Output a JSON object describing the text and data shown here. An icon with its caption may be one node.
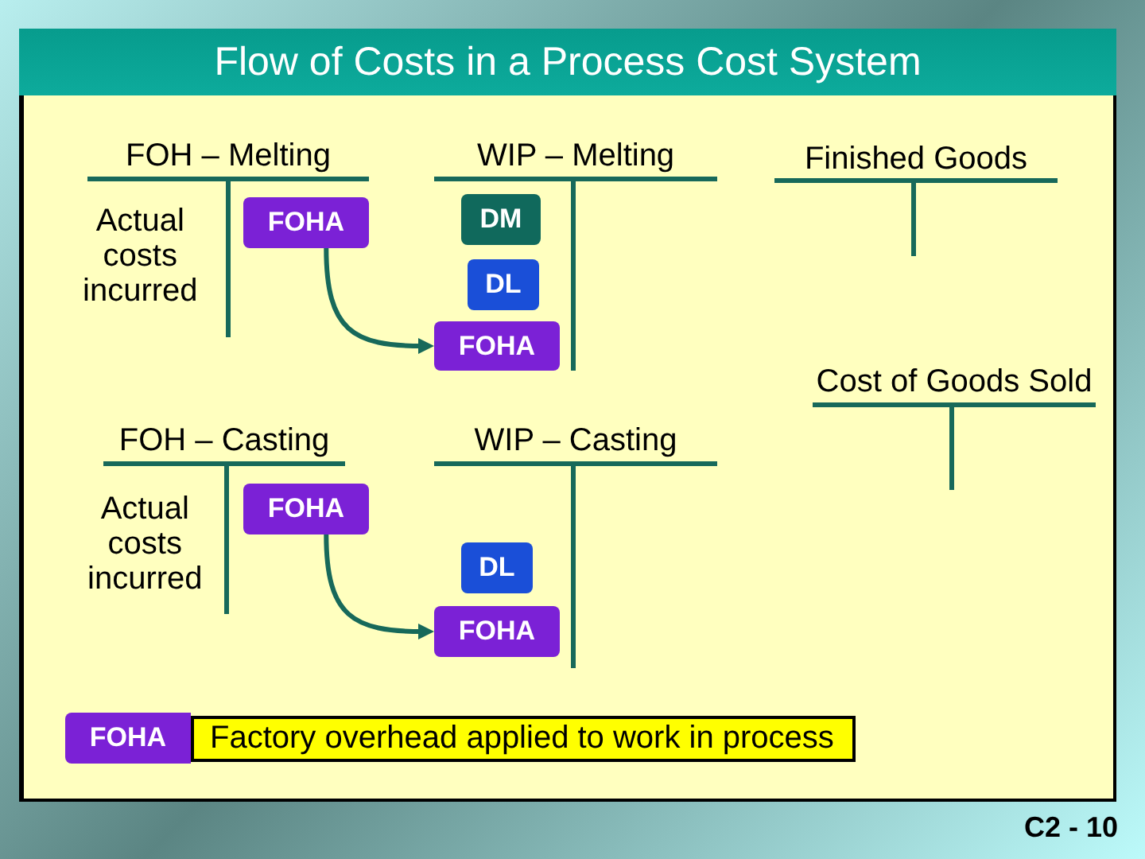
{
  "diagram": {
    "title": "Flow of Costs in a Process Cost System",
    "nodes": [
      {
        "text": [
          "FOH – Melting",
          "Actual costs incurred"
        ]
      },
      {
        "text": [
          "FOHA"
        ],
        "in": 0
      },
      {
        "text": [
          "WIP – Melting"
        ]
      },
      {
        "text": [
          "DM"
        ],
        "in": 2
      },
      {
        "text": [
          "DL"
        ],
        "in": 2
      },
      {
        "text": [
          "FOHA"
        ],
        "in": 2
      },
      {
        "text": [
          "Finished Goods"
        ]
      },
      {
        "text": [
          "Cost of Goods Sold"
        ]
      },
      {
        "text": [
          "FOH – Casting",
          "Actual costs incurred"
        ]
      },
      {
        "text": [
          "FOHA"
        ],
        "in": 8
      },
      {
        "text": [
          "WIP – Casting"
        ]
      },
      {
        "text": [
          "DL"
        ],
        "in": 10
      },
      {
        "text": [
          "FOHA"
        ],
        "in": 10
      },
      {
        "text": [
          "FOHA"
        ]
      },
      {
        "text": [
          "Factory overhead applied to work in process"
        ]
      }
    ],
    "edges": [
      {
        "from": 1,
        "to": 5,
        "arrow": "to"
      },
      {
        "from": 9,
        "to": 12,
        "arrow": "to"
      }
    ],
    "labels": [
      "C2 - 10"
    ]
  }
}
